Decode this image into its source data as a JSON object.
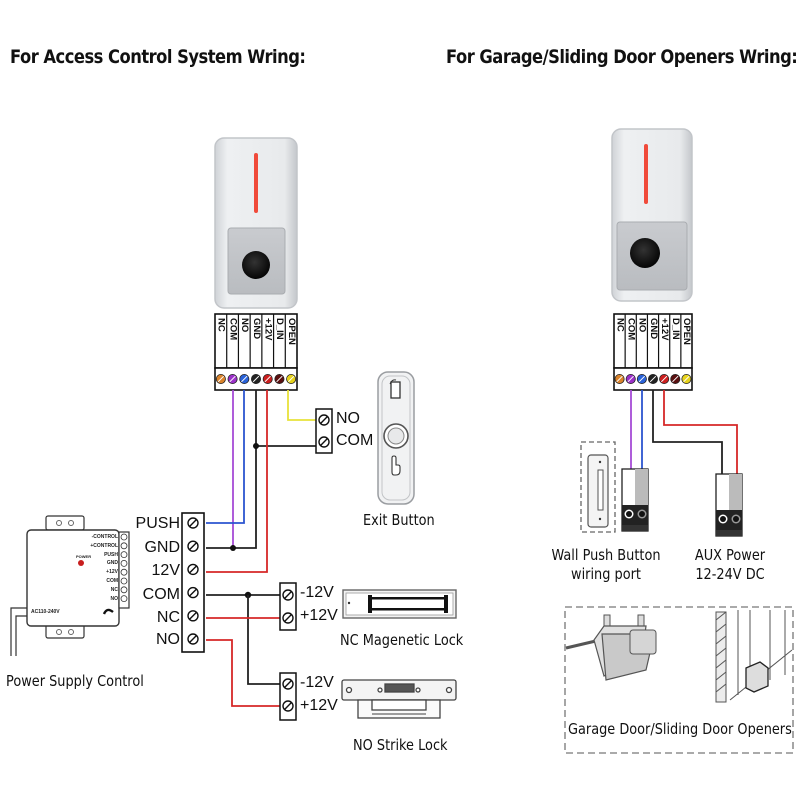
{
  "titles": {
    "left": "For Access Control System Wring:",
    "right": "For Garage/Sliding Door Openers Wring:"
  },
  "reader_terminals": [
    "NC",
    "COM",
    "NO",
    "GND",
    "+12V",
    "D_IN",
    "OPEN"
  ],
  "reader_screw_colors": [
    "#d9822b",
    "#9b30c8",
    "#2a62d8",
    "#222222",
    "#cc1f1f",
    "#5a1010",
    "#e6d21c"
  ],
  "wire_colors": {
    "com": "#a64bd6",
    "no": "#2c56d0",
    "gnd": "#222222",
    "v12": "#d62828",
    "open": "#e8e23a"
  },
  "exit_button": {
    "terminals": [
      "NO",
      "COM"
    ],
    "caption": "Exit Button"
  },
  "power_supply": {
    "caption": "Power Supply Control",
    "terminals": [
      "PUSH",
      "GND",
      "12V",
      "COM",
      "NC",
      "NO"
    ],
    "panel_labels": [
      "-CONTROL",
      "+CONTROL",
      "PUSH",
      "GND",
      "+12V",
      "COM",
      "NC",
      "NO"
    ],
    "power_label": "POWER",
    "input_label": "AC110-240V"
  },
  "mag_lock": {
    "terminals": [
      "-12V",
      "+12V"
    ],
    "caption": "NC Magenetic Lock"
  },
  "strike_lock": {
    "terminals": [
      "-12V",
      "+12V"
    ],
    "caption": "NO Strike Lock"
  },
  "garage": {
    "wall_button_caption_1": "Wall Push Button",
    "wall_button_caption_2": "wiring port",
    "aux_caption_1": "AUX Power",
    "aux_caption_2": "12-24V DC",
    "openers_caption": "Garage Door/Sliding Door Openers"
  }
}
